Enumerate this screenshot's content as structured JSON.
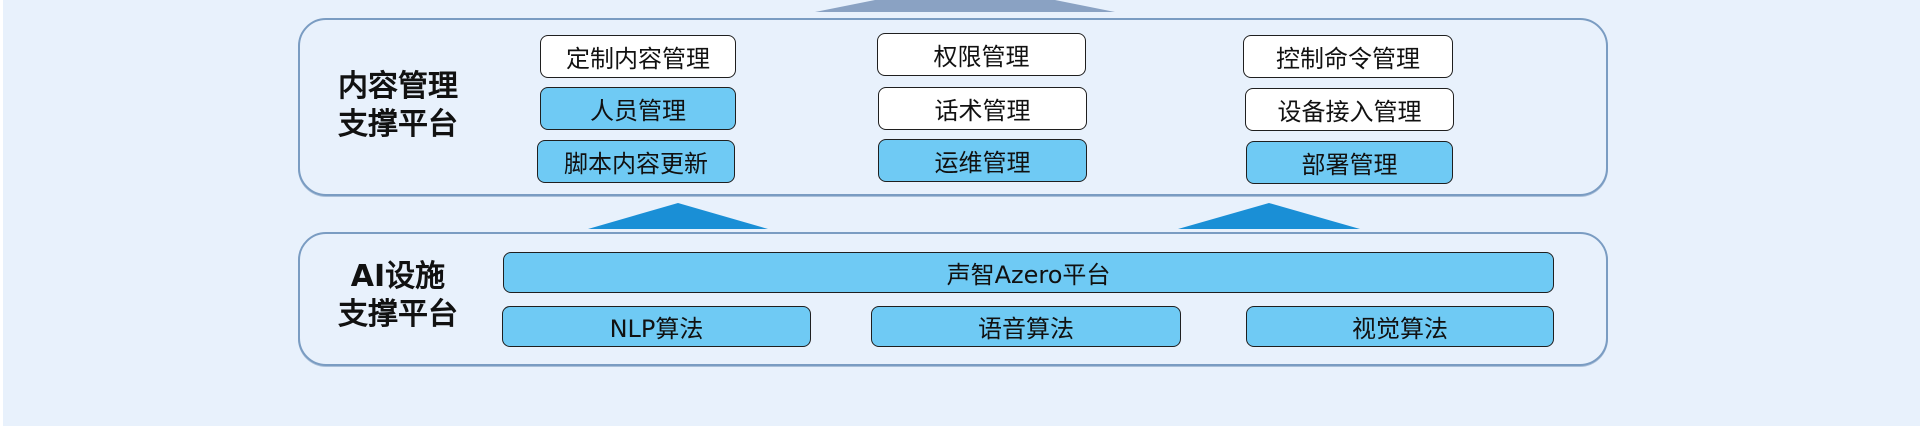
{
  "colors": {
    "background": "#e8f1fc",
    "panel_border": "#7a9cc2",
    "box_blue": "#6fcaf4",
    "box_white": "#ffffff",
    "arrow_blue": "#1a8fd6",
    "arrow_gray": "#8aa2c3"
  },
  "content_platform": {
    "title_line1": "内容管理",
    "title_line2": "支撑平台",
    "boxes": [
      {
        "label": "定制内容管理",
        "style": "white"
      },
      {
        "label": "权限管理",
        "style": "white"
      },
      {
        "label": "控制命令管理",
        "style": "white"
      },
      {
        "label": "人员管理",
        "style": "blue"
      },
      {
        "label": "话术管理",
        "style": "white"
      },
      {
        "label": "设备接入管理",
        "style": "white"
      },
      {
        "label": "脚本内容更新",
        "style": "blue"
      },
      {
        "label": "运维管理",
        "style": "blue"
      },
      {
        "label": "部署管理",
        "style": "blue"
      }
    ]
  },
  "ai_platform": {
    "title_line1": "AI设施",
    "title_line2": "支撑平台",
    "top_bar": {
      "label": "声智Azero平台",
      "style": "blue"
    },
    "boxes": [
      {
        "label": "NLP算法",
        "style": "blue"
      },
      {
        "label": "语音算法",
        "style": "blue"
      },
      {
        "label": "视觉算法",
        "style": "blue"
      }
    ]
  }
}
